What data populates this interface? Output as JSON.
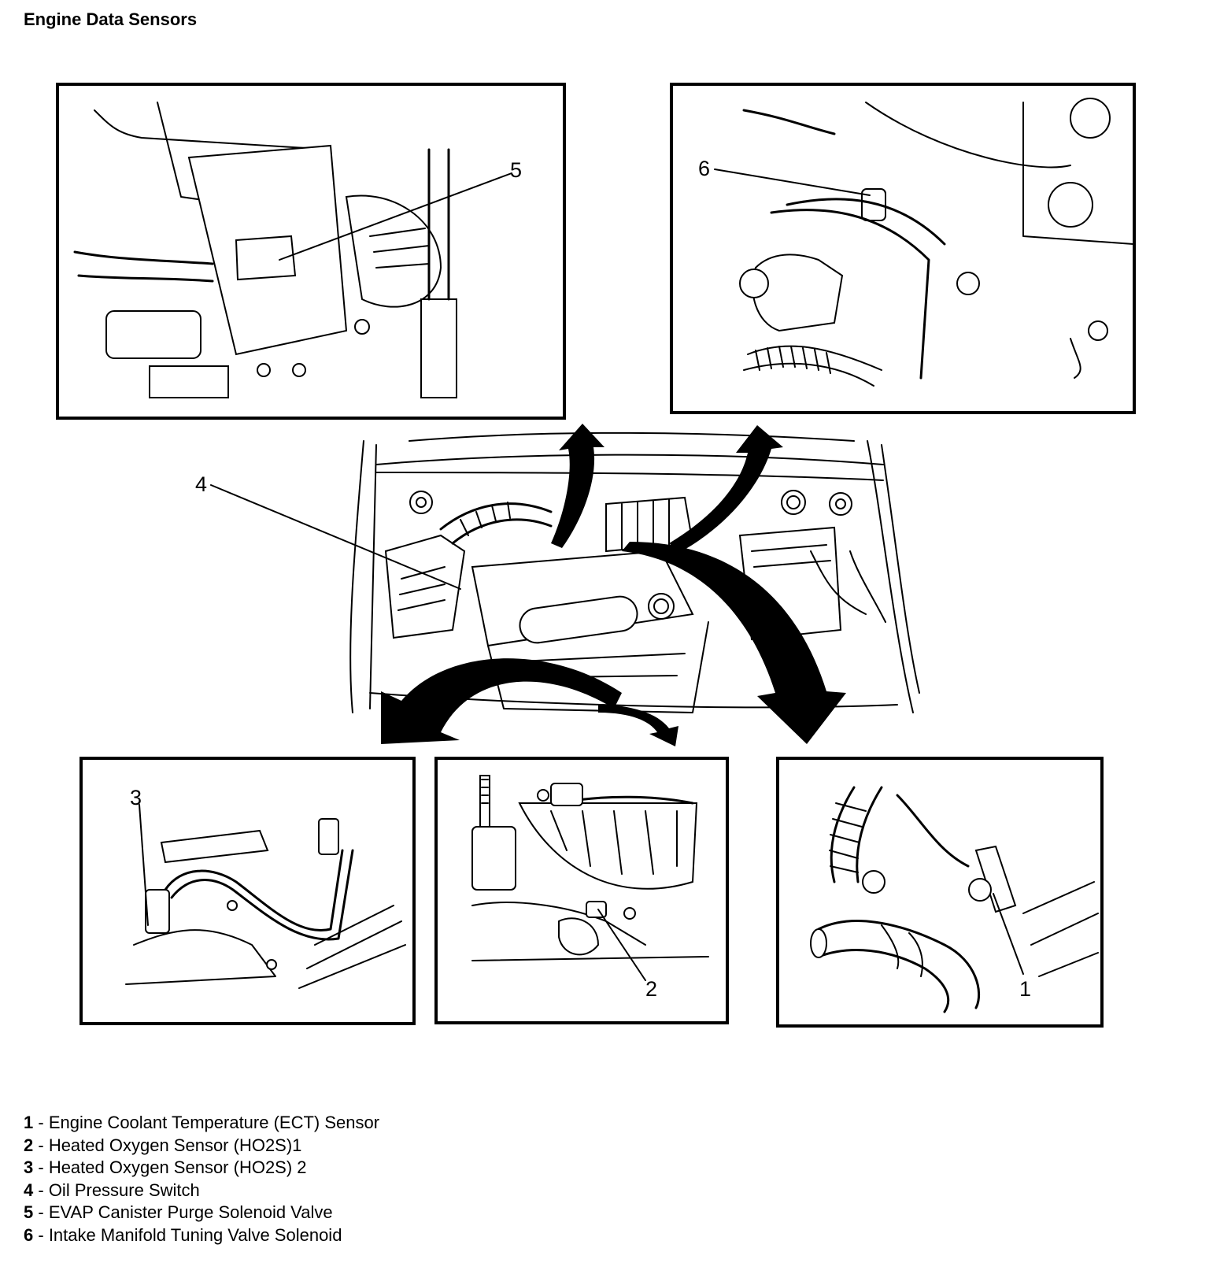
{
  "page": {
    "title": "Engine Data Sensors"
  },
  "callouts": [
    {
      "id": "1",
      "label": "1"
    },
    {
      "id": "2",
      "label": "2"
    },
    {
      "id": "3",
      "label": "3"
    },
    {
      "id": "4",
      "label": "4"
    },
    {
      "id": "5",
      "label": "5"
    },
    {
      "id": "6",
      "label": "6"
    }
  ],
  "legend": [
    {
      "num": "1",
      "text": "Engine Coolant Temperature (ECT) Sensor"
    },
    {
      "num": "2",
      "text": "Heated Oxygen Sensor (HO2S)1"
    },
    {
      "num": "3",
      "text": "Heated Oxygen Sensor (HO2S) 2"
    },
    {
      "num": "4",
      "text": "Oil Pressure Switch"
    },
    {
      "num": "5",
      "text": "EVAP Canister Purge Solenoid Valve"
    },
    {
      "num": "6",
      "text": "Intake Manifold Tuning Valve Solenoid"
    }
  ]
}
